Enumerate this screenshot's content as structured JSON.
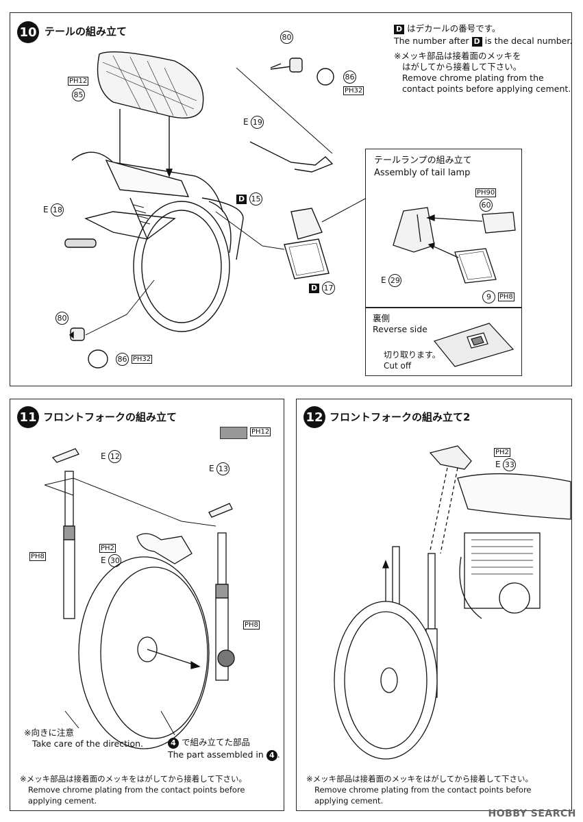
{
  "step10": {
    "number": "10",
    "title": "テールの組み立て",
    "note_decal_jp": "はデカールの番号です。",
    "note_decal_en_a": "The number after",
    "note_decal_en_b": "is the decal number.",
    "note_chrome_jp_1": "※メッキ部品は接着面のメッキを",
    "note_chrome_jp_2": "はがしてから接着して下さい。",
    "note_chrome_en_1": "Remove chrome plating from the",
    "note_chrome_en_2": "contact points before applying  cement.",
    "parts": {
      "p85_code": "PH12",
      "p85": "85",
      "p80a": "80",
      "p86a": "86",
      "p86a_code": "PH32",
      "e19": "E",
      "e19n": "19",
      "d15n": "15",
      "e18": "E",
      "e18n": "18",
      "d17n": "17",
      "p80b": "80",
      "p86b": "86",
      "p86b_code": "PH32"
    },
    "tail_box": {
      "title_jp": "テールランプの組み立て",
      "title_en": "Assembly of tail lamp",
      "p60_code": "PH90",
      "p60": "60",
      "e29": "E",
      "e29n": "29",
      "p9": "9",
      "p9_code": "PH8",
      "reverse_jp": "裏側",
      "reverse_en": "Reverse side",
      "cut_jp": "切り取ります。",
      "cut_en": "Cut off"
    }
  },
  "step11": {
    "number": "11",
    "title": "フロントフォークの組み立て",
    "swatch_code": "PH12",
    "labels": {
      "e12": "E",
      "e12n": "12",
      "e13": "E",
      "e13n": "13",
      "ph8_left": "PH8",
      "ph2": "PH2",
      "e30": "E",
      "e30n": "30",
      "ph8_right": "PH8"
    },
    "direction_jp": "※向きに注意",
    "direction_en": "Take care of the direction.",
    "assembled_jp": "で組み立てた部品",
    "assembled_en": "The part assembled in",
    "assembled_ref": "4",
    "chrome_jp": "※メッキ部品は接着面のメッキをはがしてから接着して下さい。",
    "chrome_en_1": "Remove chrome plating from the contact points before",
    "chrome_en_2": "applying cement."
  },
  "step12": {
    "number": "12",
    "title": "フロントフォークの組み立て2",
    "ph2": "PH2",
    "e33": "E",
    "e33n": "33",
    "chrome_jp": "※メッキ部品は接着面のメッキをはがしてから接着して下さい。",
    "chrome_en_1": "Remove chrome plating from the contact points before",
    "chrome_en_2": "applying cement."
  },
  "watermark": "HOBBY SEARCH"
}
